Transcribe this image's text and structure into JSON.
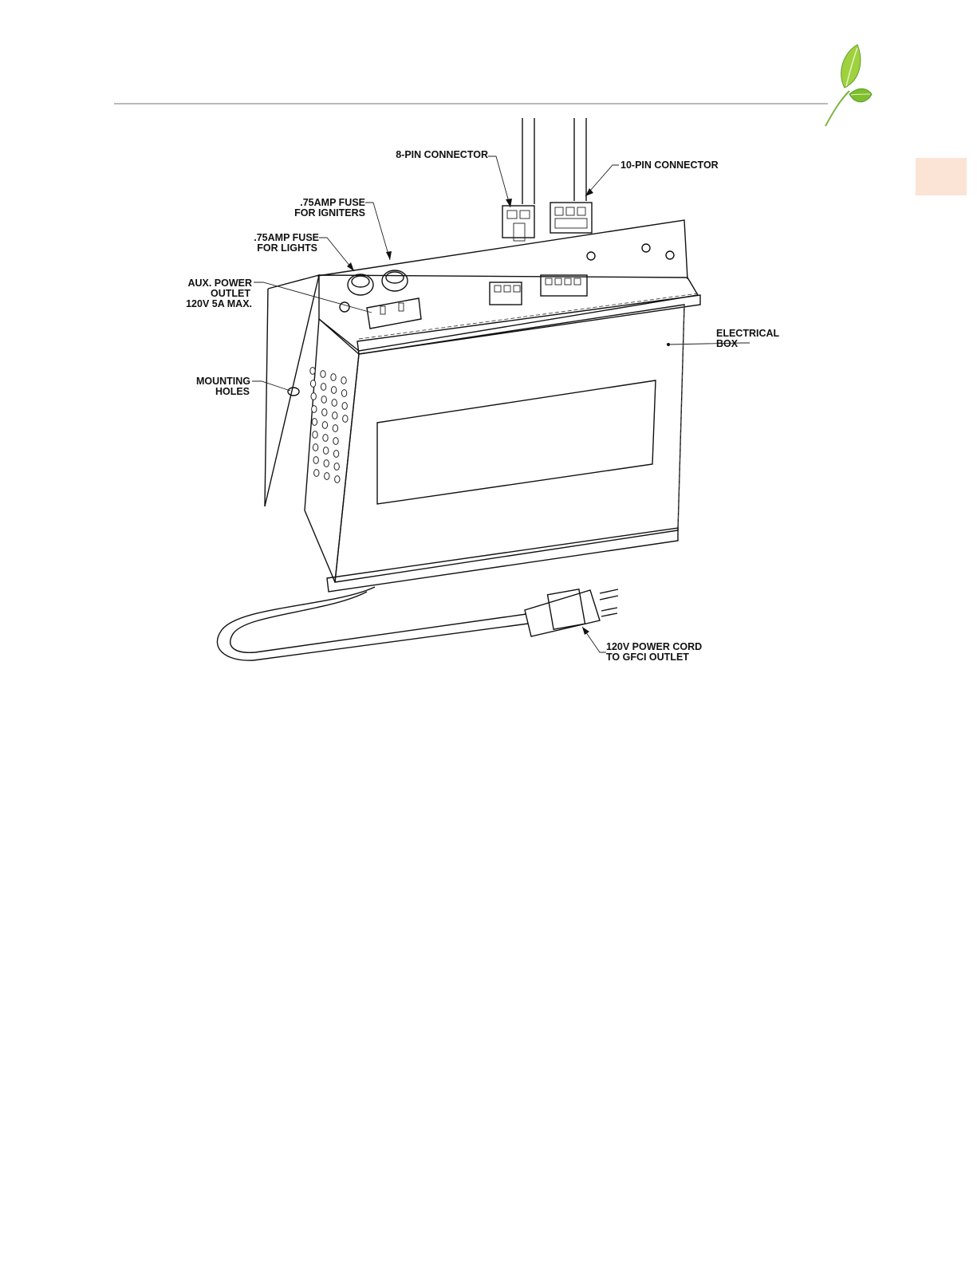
{
  "colors": {
    "rule": "#b9b9b9",
    "side_tab": "#fbe3d6",
    "leaf_light": "#a8d84a",
    "leaf_dark": "#4f9a2b"
  },
  "icons": [
    "leaf-logo-icon"
  ],
  "diagram": {
    "labels": {
      "pin8": "8-PIN CONNECTOR",
      "pin10": "10-PIN CONNECTOR",
      "fuse_igniters_l1": ".75AMP FUSE",
      "fuse_igniters_l2": "FOR IGNITERS",
      "fuse_lights_l1": ".75AMP FUSE",
      "fuse_lights_l2": "FOR LIGHTS",
      "aux_l1": "AUX. POWER",
      "aux_l2": "OUTLET",
      "aux_l3": "120V 5A MAX.",
      "mounting_l1": "MOUNTING",
      "mounting_l2": "HOLES",
      "ebox_l1": "ELECTRICAL",
      "ebox_l2": "BOX",
      "cord_l1": "120V POWER CORD",
      "cord_l2": "TO GFCI OUTLET"
    }
  }
}
